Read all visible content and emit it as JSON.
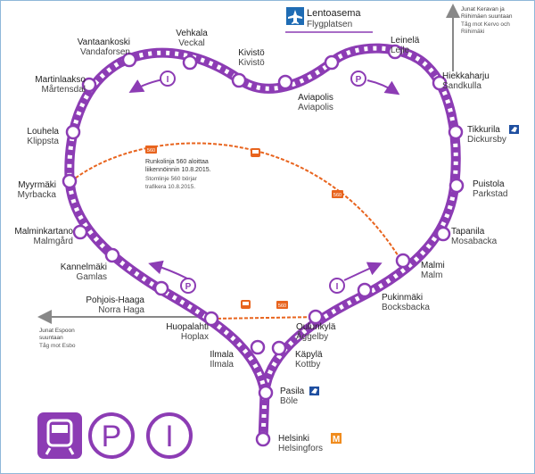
{
  "colors": {
    "ring": "#8c3cb4",
    "station_fill": "#ffffff",
    "bus": "#e8641e",
    "arrow_gray": "#888888",
    "airport_bg": "#1f6cb4",
    "metro": "#f08c1e",
    "train_icon": "#1f4fa0"
  },
  "airport": {
    "name_fi": "Lentoasema",
    "name_sv": "Flygplatsen",
    "icon": "airplane-icon"
  },
  "stations": [
    {
      "fi": "Vantaankoski",
      "sv": "Vandaforsen"
    },
    {
      "fi": "Vehkala",
      "sv": "Veckal"
    },
    {
      "fi": "Kivistö",
      "sv": "Kivistö"
    },
    {
      "fi": "Aviapolis",
      "sv": "Aviapolis"
    },
    {
      "fi": "Leinelä",
      "sv": "Lejle"
    },
    {
      "fi": "Hiekkaharju",
      "sv": "Sandkulla"
    },
    {
      "fi": "Tikkurila",
      "sv": "Dickursby"
    },
    {
      "fi": "Puistola",
      "sv": "Parkstad"
    },
    {
      "fi": "Tapanila",
      "sv": "Mosabacka"
    },
    {
      "fi": "Malmi",
      "sv": "Malm"
    },
    {
      "fi": "Pukinmäki",
      "sv": "Bocksbacka"
    },
    {
      "fi": "Oulunkylä",
      "sv": "Åggelby"
    },
    {
      "fi": "Käpylä",
      "sv": "Kottby"
    },
    {
      "fi": "Pasila",
      "sv": "Böle"
    },
    {
      "fi": "Helsinki",
      "sv": "Helsingfors"
    },
    {
      "fi": "Ilmala",
      "sv": "Ilmala"
    },
    {
      "fi": "Huopalahti",
      "sv": "Hoplax"
    },
    {
      "fi": "Pohjois-Haaga",
      "sv": "Norra Haga"
    },
    {
      "fi": "Kannelmäki",
      "sv": "Gamlas"
    },
    {
      "fi": "Malminkartano",
      "sv": "Malmgård"
    },
    {
      "fi": "Myyrmäki",
      "sv": "Myrbacka"
    },
    {
      "fi": "Louhela",
      "sv": "Klippsta"
    },
    {
      "fi": "Martinlaakso",
      "sv": "Mårtensdal"
    }
  ],
  "directions": {
    "north": {
      "line1": "Junat Keravan ja",
      "line2": "Riihimäen suuntaan",
      "line3": "Tåg mot Kervo och",
      "line4": "Riihimäki"
    },
    "west": {
      "line1": "Junat Espoon",
      "line2": "suuntaan",
      "line3": "Tåg mot Esbo"
    }
  },
  "bus_note": {
    "line1": "Runkolinja 560 aloittaa",
    "line2": "liikennöinnin 10.8.2015.",
    "line3": "Stomlinje 560 börjar",
    "line4": "trafikera 10.8.2015."
  },
  "bus_label": "560",
  "metro_label": "M",
  "line_letters": {
    "p_line": "P",
    "i_line": "I"
  },
  "legend": [
    {
      "icon": "train-icon"
    },
    {
      "icon": "p-line-icon",
      "letter": "P"
    },
    {
      "icon": "i-line-icon",
      "letter": "I"
    }
  ]
}
